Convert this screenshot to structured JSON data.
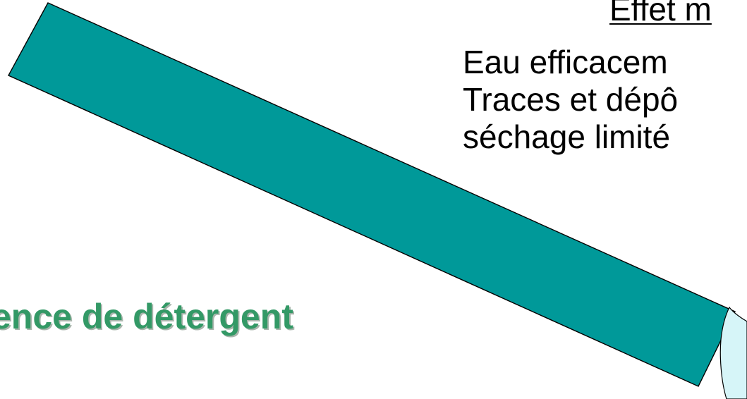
{
  "slide": {
    "effect_title": "Effet m",
    "effect_lines": [
      "Eau efficacem",
      "Traces et dépô",
      "séchage limité"
    ],
    "label": "ence de  détergent"
  },
  "colors": {
    "surface_fill": "#009999",
    "droplet_fill": "#d6f5f8",
    "label_color": "#339966",
    "outline": "#000000"
  }
}
